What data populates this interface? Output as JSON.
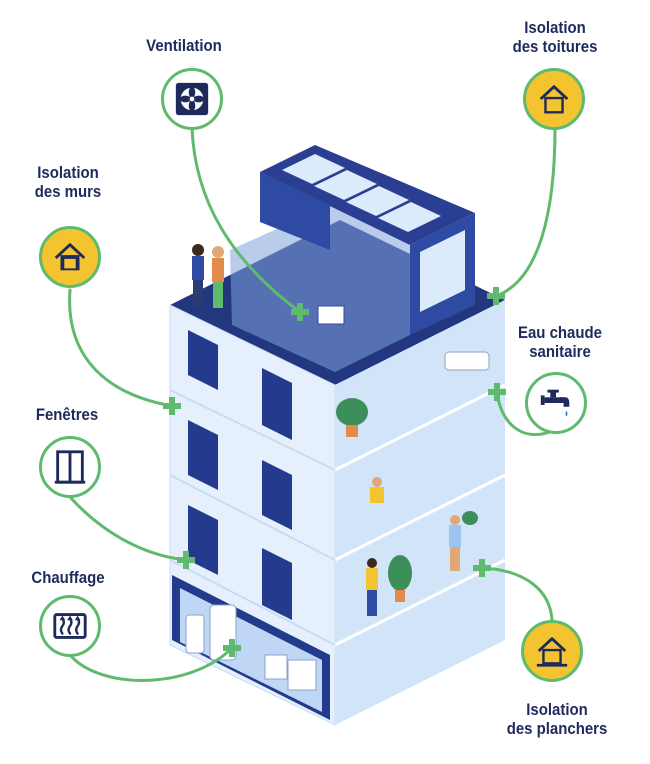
{
  "items": {
    "ventilation": {
      "lines": [
        "Ventilation"
      ],
      "icon": "fan-icon"
    },
    "isolation_toitures": {
      "lines": [
        "Isolation",
        "des toitures"
      ],
      "icon": "house-icon"
    },
    "isolation_murs": {
      "lines": [
        "Isolation",
        "des murs"
      ],
      "icon": "house-icon"
    },
    "eau_chaude": {
      "lines": [
        "Eau chaude",
        "sanitaire"
      ],
      "icon": "faucet-icon"
    },
    "fenetres": {
      "lines": [
        "Fenêtres"
      ],
      "icon": "window-icon"
    },
    "chauffage": {
      "lines": [
        "Chauffage"
      ],
      "icon": "radiator-icon"
    },
    "isolation_planchers": {
      "lines": [
        "Isolation",
        "des planchers"
      ],
      "icon": "house-icon"
    }
  },
  "colors": {
    "navy": "#1f2a5c",
    "accent_green": "#5fba6e",
    "yellow": "#f4c430",
    "building_light": "#dbe9fb",
    "building_blue": "#2f4aa3"
  }
}
